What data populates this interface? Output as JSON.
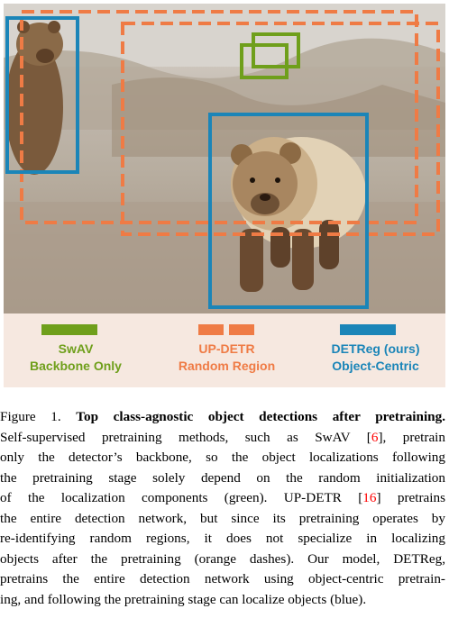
{
  "legend": {
    "items": [
      {
        "line1": "SwAV",
        "line2": "Backbone Only",
        "color": "#6f9f1b",
        "style": "solid"
      },
      {
        "line1": "UP-DETR",
        "line2": "Random Region",
        "color": "#ef7b45",
        "style": "dashed"
      },
      {
        "line1": "DETReg (ours)",
        "line2": "Object-Centric",
        "color": "#1b85b8",
        "style": "solid"
      }
    ]
  },
  "caption": {
    "label": "Figure 1.",
    "title": "Top class-agnostic object detections after pretraining.",
    "l1a": "Self-supervised pretraining methods, such as SwAV [",
    "c1": "6",
    "l1b": "], pretrain",
    "l2": "only the detector’s backbone, so the object localizations following",
    "l3": "the pretraining stage solely depend on the random initialization",
    "l4a": "of the localization components (green). UP-DETR [",
    "c2": "16",
    "l4b": "] pretrains",
    "l5": "the entire detection network, but since its pretraining operates by",
    "l6": "re-identifying random regions, it does not specialize in localizing",
    "l7": "objects after the pretraining (orange dashes). Our model, DETReg,",
    "l8": "pretrains the entire detection network using object-centric pretrain-",
    "l9": "ing, and following the pretraining stage can localize objects (blue)."
  },
  "colors": {
    "green": "#6f9f1b",
    "orange": "#ef7b45",
    "blue": "#1b85b8",
    "citation": "#ff0000"
  }
}
